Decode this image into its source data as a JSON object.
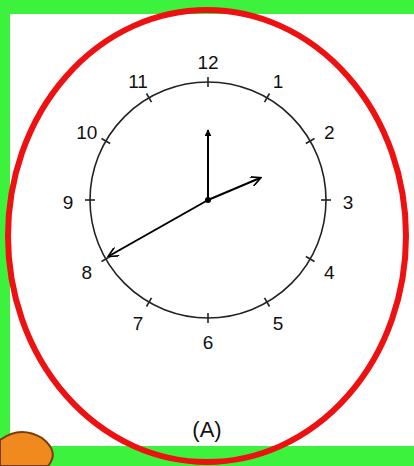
{
  "diagram": {
    "labels": [
      "11",
      "12",
      "1",
      "10",
      "2",
      "9",
      "3",
      "8",
      "4",
      "7",
      "6",
      "5",
      "(A)"
    ]
  }
}
